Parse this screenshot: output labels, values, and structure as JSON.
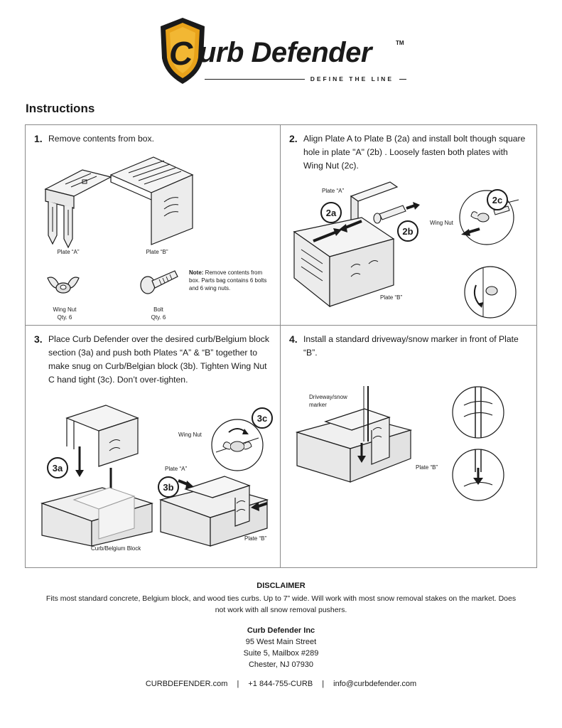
{
  "brand": {
    "logo_letter": "C",
    "name": "urb Defender",
    "trademark": "TM",
    "tagline": "DEFINE THE LINE",
    "colors": {
      "shield_orange": "#e8a21a",
      "shield_dark": "#1a1a1a",
      "text": "#1a1a1a"
    }
  },
  "page_title": "Instructions",
  "steps": [
    {
      "number": "1.",
      "text": "Remove contents from box.",
      "labels": {
        "plate_a": "Plate “A”",
        "plate_b": "Plate “B”",
        "wing_nut": "Wing Nut",
        "wing_nut_qty": "Qty. 6",
        "bolt": "Bolt",
        "bolt_qty": "Qty. 6",
        "note_label": "Note:",
        "note_text": " Remove contents from box. Parts bag contains 6 bolts and 6 wing nuts."
      }
    },
    {
      "number": "2.",
      "text": "Align Plate A to Plate B (2a) and install bolt though square hole in plate \"A\" (2b) . Loosely fasten both plates with Wing Nut (2c).",
      "labels": {
        "plate_a": "Plate “A”",
        "plate_b": "Plate “B”",
        "wing_nut": "Wing Nut",
        "badge_2a": "2a",
        "badge_2b": "2b",
        "badge_2c": "2c"
      }
    },
    {
      "number": "3.",
      "text": "Place Curb Defender over the desired curb/Belgium block section (3a) and push both Plates “A” & “B” together to make snug on Curb/Belgian block (3b). Tighten Wing Nut C hand tight (3c). Don’t over-tighten.",
      "labels": {
        "wing_nut": "Wing Nut",
        "plate_a": "Plate “A”",
        "plate_b": "Plate “B”",
        "block": "Curb/Belgium Block",
        "badge_3a": "3a",
        "badge_3b": "3b",
        "badge_3c": "3c"
      }
    },
    {
      "number": "4.",
      "text": "Install a standard driveway/snow marker in front of Plate “B”.",
      "labels": {
        "marker": "Driveway/snow marker",
        "plate_b": "Plate “B”"
      }
    }
  ],
  "disclaimer": {
    "title": "DISCLAIMER",
    "text": "Fits most standard concrete, Belgium block, and wood ties curbs. Up to 7” wide. Will work with most snow removal stakes on the market. Does not work with all snow removal pushers."
  },
  "address": {
    "company": "Curb Defender Inc",
    "line1": "95 West Main Street",
    "line2": "Suite 5, Mailbox #289",
    "line3": "Chester, NJ 07930"
  },
  "contact": {
    "website": "CURBDEFENDER.com",
    "separator": "|",
    "phone": "+1 844-755-CURB",
    "email": "info@curbdefender.com"
  }
}
